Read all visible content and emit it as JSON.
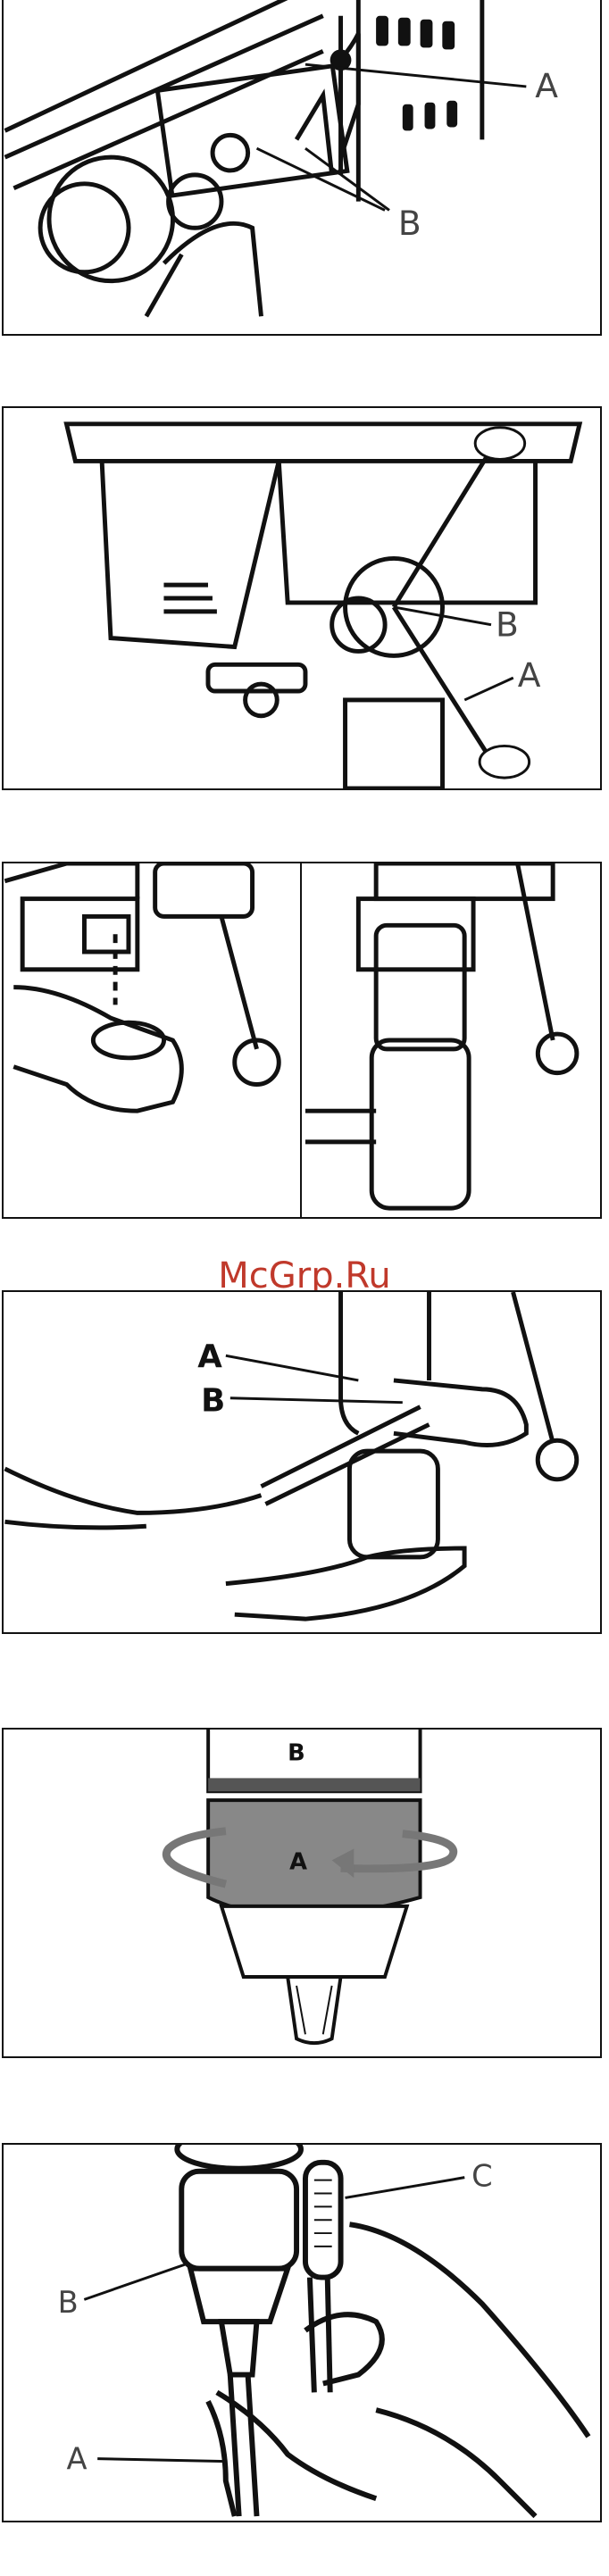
{
  "watermark": "McGrp.Ru",
  "fig1": {
    "label_a": "A",
    "label_b": "B"
  },
  "fig2": {
    "label_a": "A",
    "label_b": "B"
  },
  "fig4": {
    "label_a": "A",
    "label_b": "B"
  },
  "fig5": {
    "label_a": "A",
    "label_b": "B"
  },
  "fig6": {
    "label_a": "A",
    "label_b": "B",
    "label_c": "C"
  }
}
